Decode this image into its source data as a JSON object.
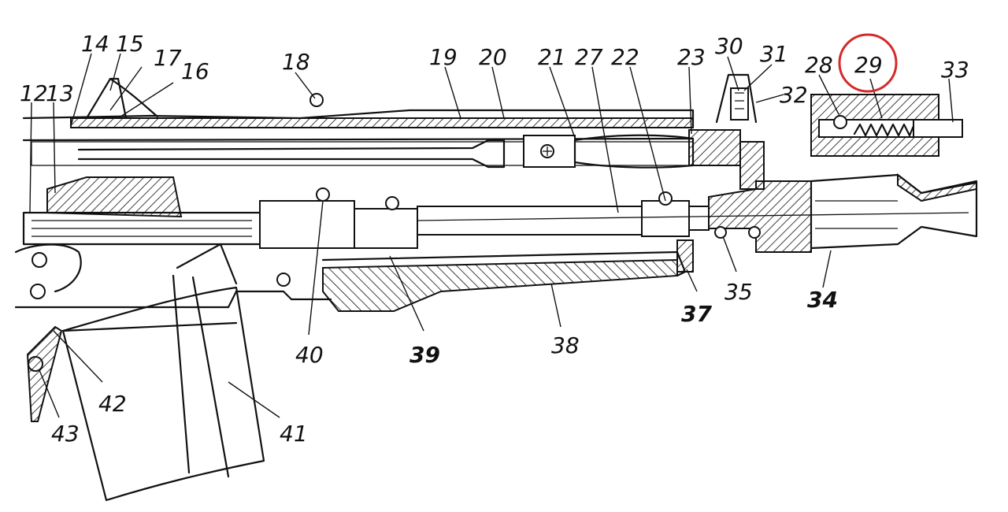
{
  "callouts": {
    "c12": "12",
    "c13": "13",
    "c14": "14",
    "c15": "15",
    "c16": "16",
    "c17": "17",
    "c18": "18",
    "c19": "19",
    "c20": "20",
    "c21": "21",
    "c27": "27",
    "c22": "22",
    "c23": "23",
    "c30": "30",
    "c31": "31",
    "c32": "32",
    "c28": "28",
    "c29": "29",
    "c33": "33",
    "c34": "34",
    "c35": "35",
    "c37": "37",
    "c38": "38",
    "c39": "39",
    "c40": "40",
    "c41": "41",
    "c42": "42",
    "c43": "43"
  },
  "highlight": {
    "label": "29",
    "color": "#d42a2a"
  },
  "colors": {
    "ink": "#111111",
    "background": "#ffffff"
  }
}
